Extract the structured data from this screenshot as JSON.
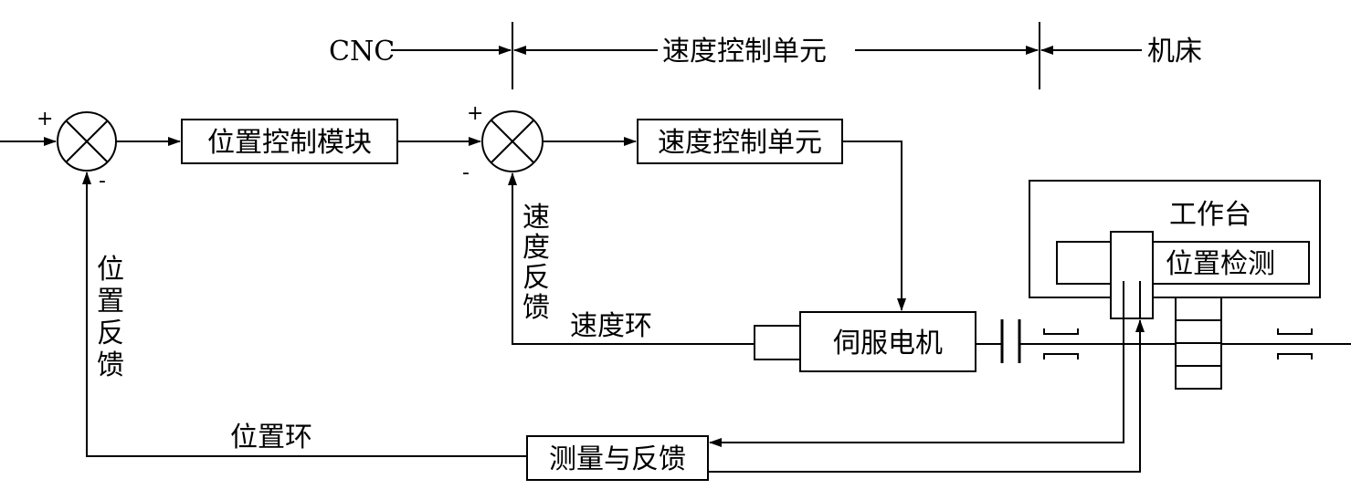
{
  "header": {
    "cnc": "CNC",
    "speed_unit": "速度控制单元",
    "machine": "机床"
  },
  "blocks": {
    "position_control": "位置控制模块",
    "speed_control": "速度控制单元",
    "servo_motor": "伺服电机",
    "measure_feedback": "测量与反馈",
    "worktable": "工作台",
    "position_detect": "位置检测"
  },
  "labels": {
    "speed_feedback": [
      "速",
      "度",
      "反",
      "馈"
    ],
    "position_feedback": [
      "位",
      "置",
      "反",
      "馈"
    ],
    "speed_loop": "速度环",
    "position_loop": "位置环"
  },
  "signs": {
    "sum1_plus": "+",
    "sum1_minus": "-",
    "sum2_plus": "+",
    "sum2_minus": "-"
  }
}
